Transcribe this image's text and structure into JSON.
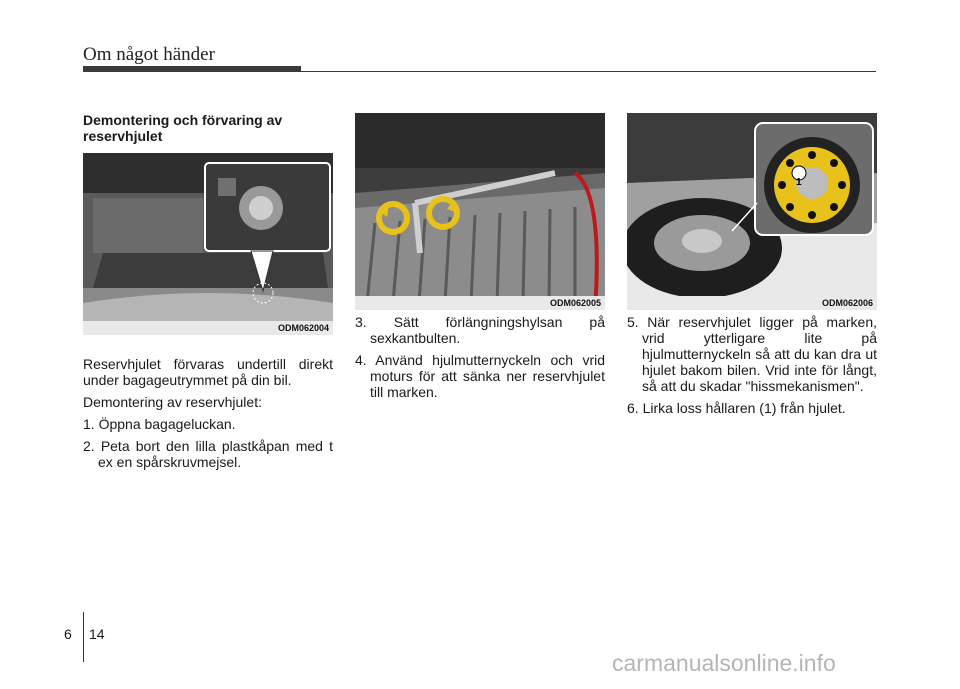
{
  "header": {
    "title": "Om något händer"
  },
  "column1": {
    "section_title": "Demontering och förvaring av reservhjulet",
    "figure_code": "ODM062004",
    "paragraph1": "Reservhjulet förvaras undertill direkt under bagageutrymmet på din bil.",
    "paragraph2": "Demontering av reservhjulet:",
    "step1": "1. Öppna bagageluckan.",
    "step2": "2. Peta bort den lilla plastkåpan med t ex en spårskruvmejsel."
  },
  "column2": {
    "figure_code": "ODM062005",
    "step3": "3. Sätt förlängningshylsan på sexkantbulten.",
    "step4": "4. Använd hjulmutternyckeln och vrid moturs för att sänka ner reservhjulet till marken."
  },
  "column3": {
    "figure_code": "ODM062006",
    "callout_number": "1",
    "step5": "5. När reservhjulet ligger på marken, vrid ytterligare lite på hjulmutternyckeln så att du kan dra ut hjulet bakom bilen. Vrid inte för långt, så att du skadar \"hissmekanismen\".",
    "step6": "6. Lirka loss hållaren (1) från hjulet."
  },
  "footer": {
    "section": "6",
    "page": "14"
  },
  "watermark": "carmanualsonline.info"
}
